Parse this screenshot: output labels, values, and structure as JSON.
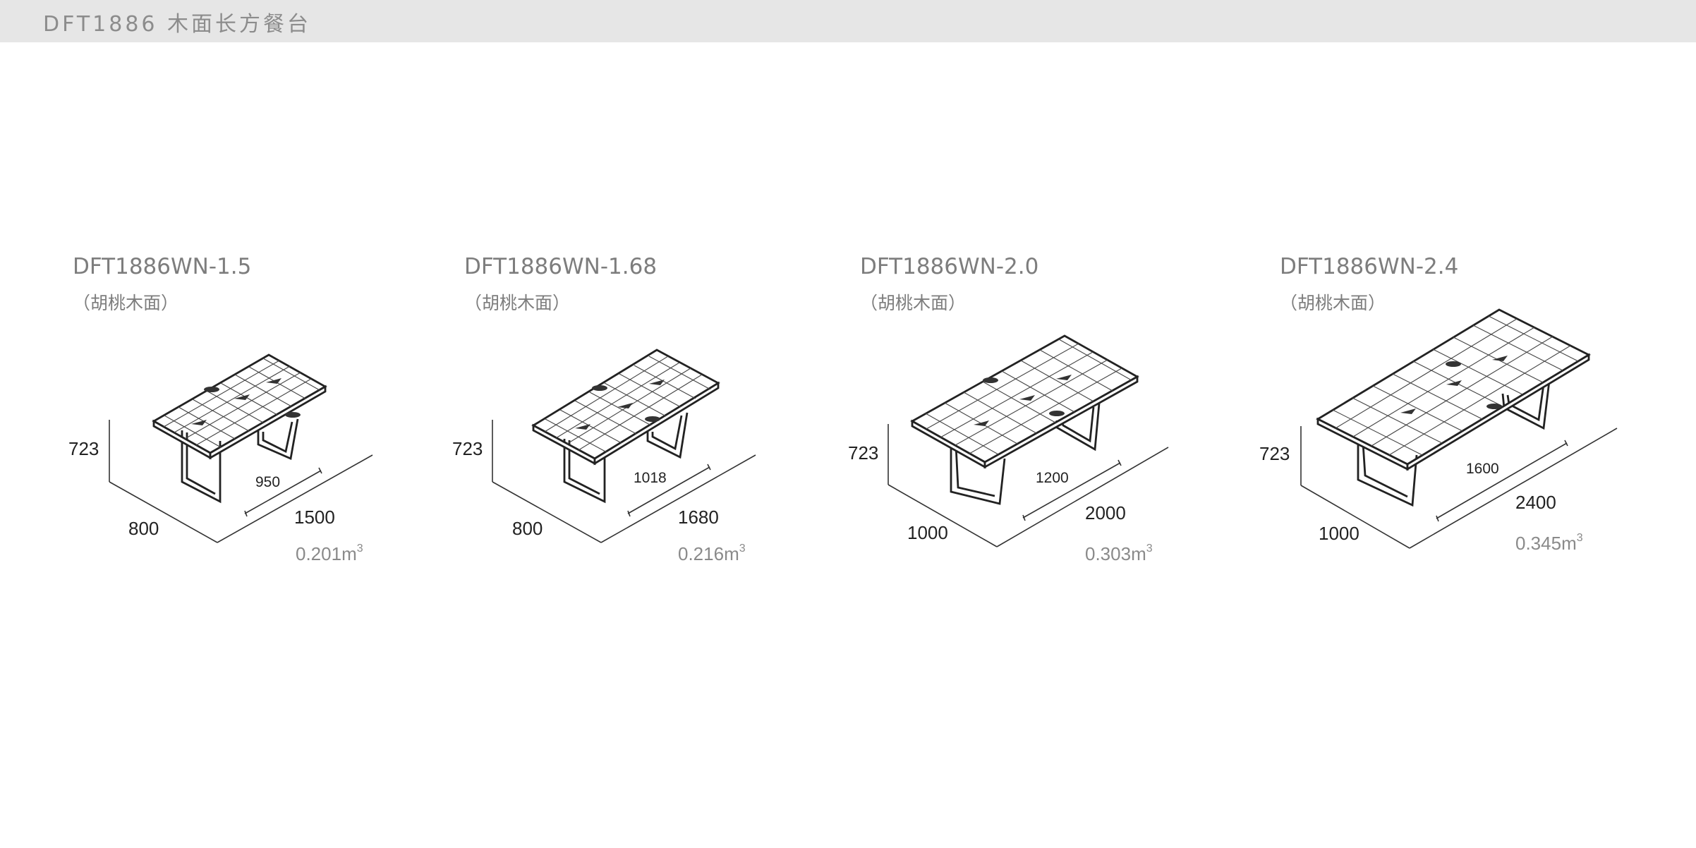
{
  "header": {
    "title": "DFT1886 木面长方餐台"
  },
  "products": [
    {
      "model": "DFT1886WN-1.5",
      "finish": "（胡桃木面）",
      "height": "723",
      "depth": "800",
      "length": "1500",
      "inner": "950",
      "volume": "0.201m",
      "volume_sup": "3"
    },
    {
      "model": "DFT1886WN-1.68",
      "finish": "（胡桃木面）",
      "height": "723",
      "depth": "800",
      "length": "1680",
      "inner": "1018",
      "volume": "0.216m",
      "volume_sup": "3"
    },
    {
      "model": "DFT1886WN-2.0",
      "finish": "（胡桃木面）",
      "height": "723",
      "depth": "1000",
      "length": "2000",
      "inner": "1200",
      "volume": "0.303m",
      "volume_sup": "3"
    },
    {
      "model": "DFT1886WN-2.4",
      "finish": "（胡桃木面）",
      "height": "723",
      "depth": "1000",
      "length": "2400",
      "inner": "1600",
      "volume": "0.345m",
      "volume_sup": "3"
    }
  ]
}
